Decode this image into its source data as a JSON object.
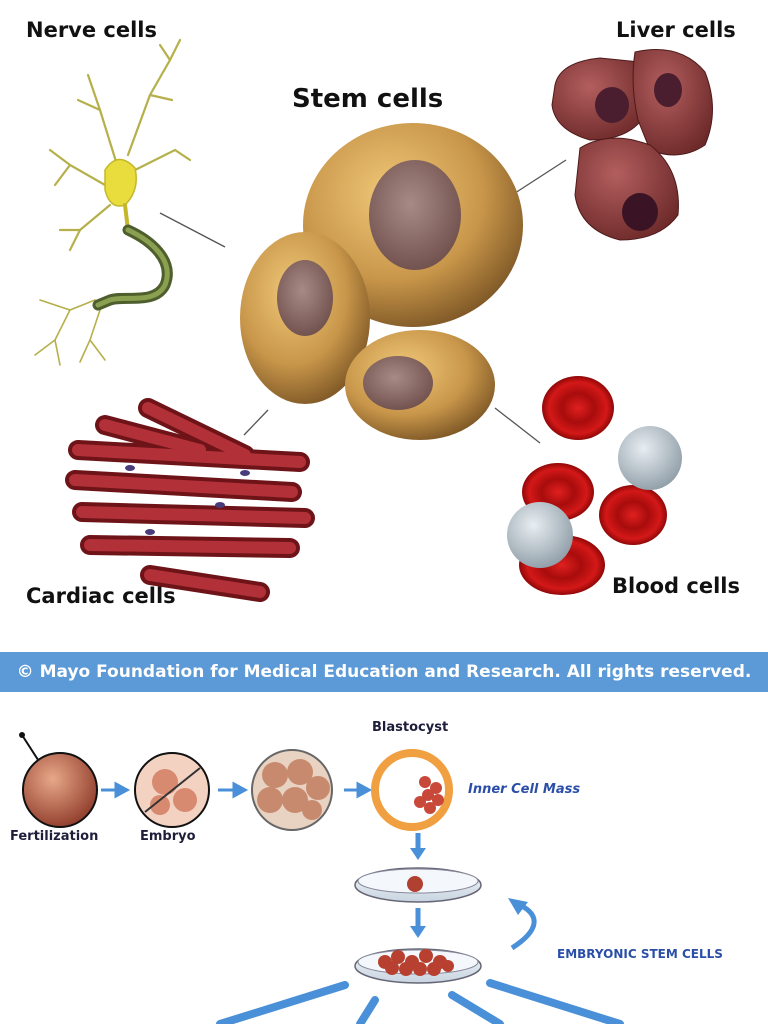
{
  "labels": {
    "nerve": "Nerve cells",
    "liver": "Liver cells",
    "stem": "Stem cells",
    "cardiac": "Cardiac cells",
    "blood": "Blood cells"
  },
  "copyright": "© Mayo Foundation for Medical Education and Research.  All rights reserved.",
  "process": {
    "fertilization": "Fertilization",
    "embryo": "Embryo",
    "blastocyst": "Blastocyst",
    "inner_cell_mass": "Inner Cell Mass",
    "embryonic_stem_cells": "EMBRYONIC STEM CELLS"
  },
  "colors": {
    "stem": "#c8964a",
    "liver": "#8a3a3a",
    "blood": "#c01414",
    "cardiac": "#a02a30",
    "banner": "#5b9ad6",
    "arrow": "#4a90d9"
  }
}
